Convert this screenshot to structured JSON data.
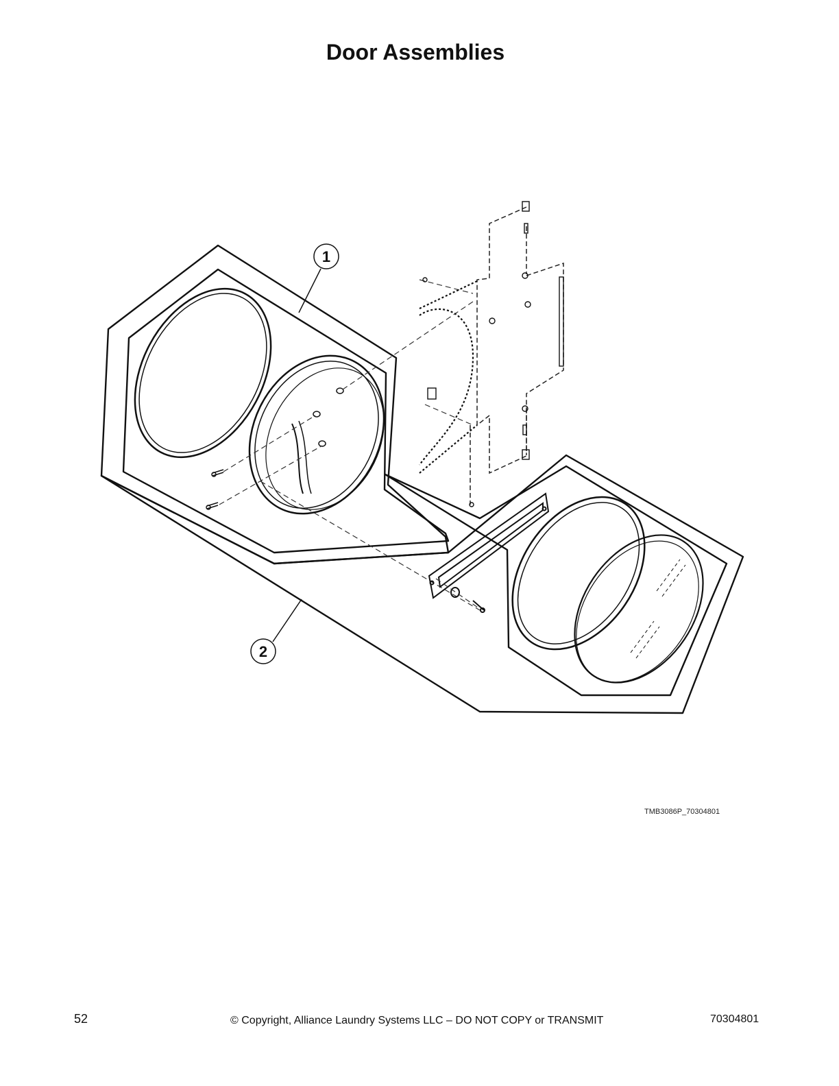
{
  "title": "Door Assemblies",
  "callouts": [
    "1",
    "2"
  ],
  "figure_code": "TMB3086P_70304801",
  "footer": {
    "page_number": "52",
    "copyright": "© Copyright, Alliance Laundry Systems LLC – DO NOT COPY or TRANSMIT",
    "doc_number": "70304801"
  }
}
